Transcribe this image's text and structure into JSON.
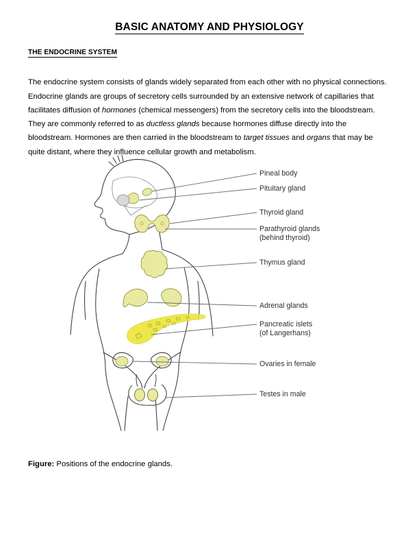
{
  "document": {
    "title": "BASIC ANATOMY AND PHYSIOLOGY",
    "section_heading": "THE ENDOCRINE SYSTEM",
    "paragraph": {
      "part1": "The endocrine system consists of glands widely separated from each other with no physical connections. Endocrine glands are groups of secretory cells surrounded by an extensive network of capillaries that facilitates diffusion of ",
      "italic1": "hormones",
      "part2": " (chemical messengers) from the secretory cells into the bloodstream. They are commonly referred to as ",
      "italic2": "ductless glands",
      "part3": " because hormones diffuse directly into the bloodstream. Hormones are then carried in the bloodstream to ",
      "italic3": "target tissues",
      "part4": " and ",
      "italic4": "organs",
      "part5": " that may be quite distant, where they influence cellular growth and metabolism."
    },
    "caption": {
      "label": "Figure:",
      "text": " Positions of the endocrine glands."
    }
  },
  "figure": {
    "labels": [
      {
        "id": "pineal-body",
        "line1": "Pineal body",
        "line2": ""
      },
      {
        "id": "pituitary-gland",
        "line1": "Pituitary gland",
        "line2": ""
      },
      {
        "id": "thyroid-gland",
        "line1": "Thyroid gland",
        "line2": ""
      },
      {
        "id": "parathyroid-glands",
        "line1": "Parathyroid glands",
        "line2": "(behind thyroid)"
      },
      {
        "id": "thymus-gland",
        "line1": "Thymus gland",
        "line2": ""
      },
      {
        "id": "adrenal-glands",
        "line1": "Adrenal glands",
        "line2": ""
      },
      {
        "id": "pancreatic-islets",
        "line1": "Pancreatic islets",
        "line2": "(of Langerhans)"
      },
      {
        "id": "ovaries-in-female",
        "line1": "Ovaries in female",
        "line2": ""
      },
      {
        "id": "testes-in-male",
        "line1": "Testes in male",
        "line2": ""
      }
    ],
    "colors": {
      "gland_fill_pale": "#e9e9a0",
      "gland_fill_bright": "#ece63c",
      "gland_stroke": "#9a9a4a",
      "body_outline": "#3a3a3a",
      "leader_line": "#6e6e6e",
      "label_text": "#2e2e2e"
    }
  }
}
